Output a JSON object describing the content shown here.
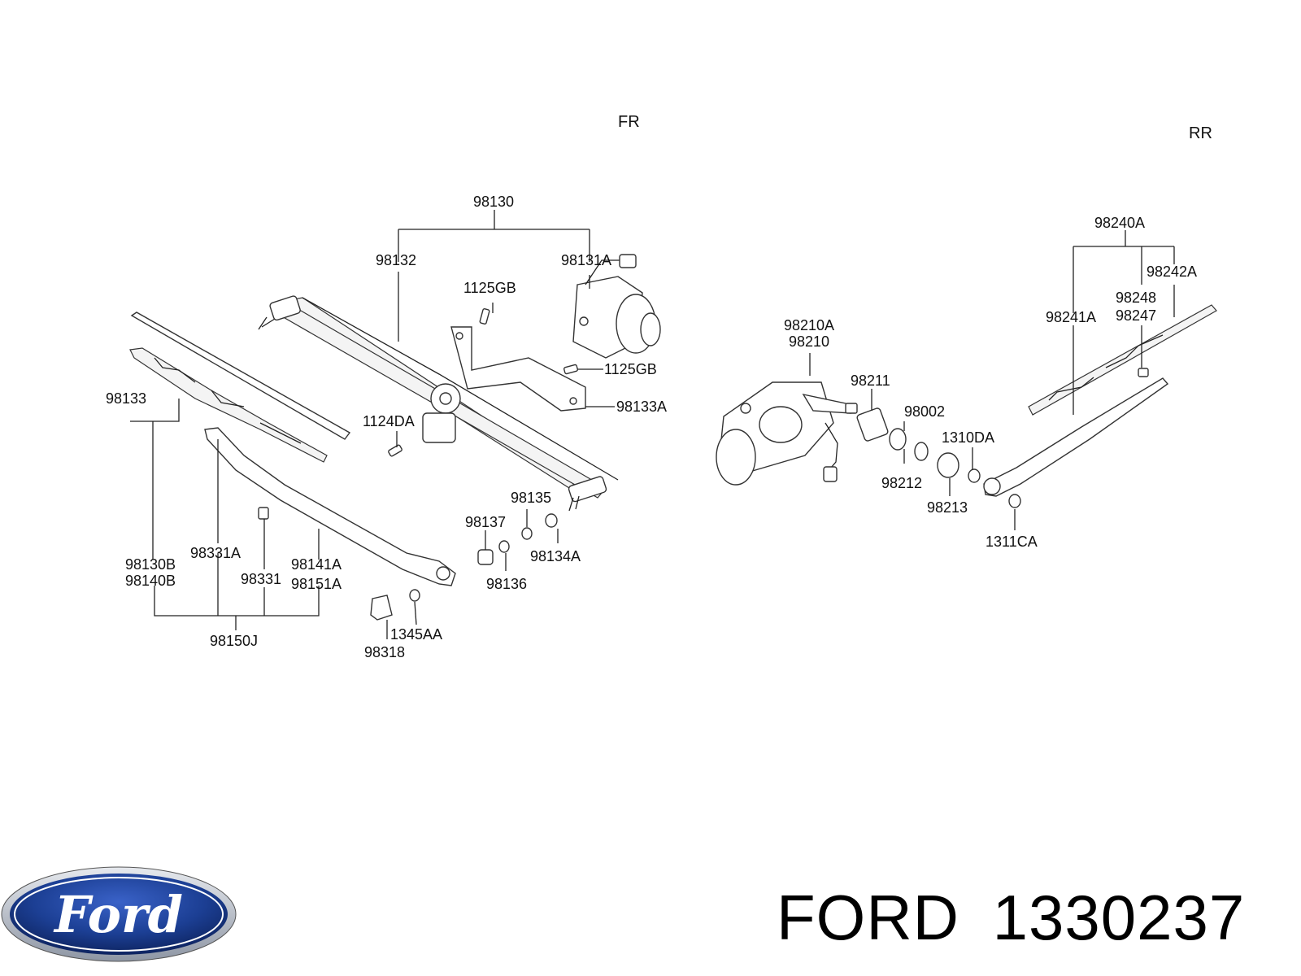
{
  "sections": {
    "front": "FR",
    "rear": "RR"
  },
  "labels": {
    "l98130": "98130",
    "l98132": "98132",
    "l98131A": "98131A",
    "l1125GB_a": "1125GB",
    "l1125GB_b": "1125GB",
    "l98133A": "98133A",
    "l98133": "98133",
    "l1124DA": "1124DA",
    "l98135": "98135",
    "l98137": "98137",
    "l98134A": "98134A",
    "l98136": "98136",
    "l98130B": "98130B",
    "l98140B": "98140B",
    "l98331A": "98331A",
    "l98331": "98331",
    "l98141A": "98141A",
    "l98151A": "98151A",
    "l98150J": "98150J",
    "l1345AA": "1345AA",
    "l98318": "98318",
    "l98210A": "98210A",
    "l98210": "98210",
    "l98211": "98211",
    "l98002": "98002",
    "l1310DA": "1310DA",
    "l98212": "98212",
    "l98213": "98213",
    "l1311CA": "1311CA",
    "l98240A": "98240A",
    "l98242A": "98242A",
    "l98248": "98248",
    "l98247": "98247",
    "l98241A": "98241A"
  },
  "brand": {
    "logo_text": "Ford",
    "name": "FORD",
    "part_number": "1330237"
  },
  "colors": {
    "logo_blue": "#1c3f94",
    "logo_rim": "#c0c6d0",
    "ink": "#111111"
  }
}
